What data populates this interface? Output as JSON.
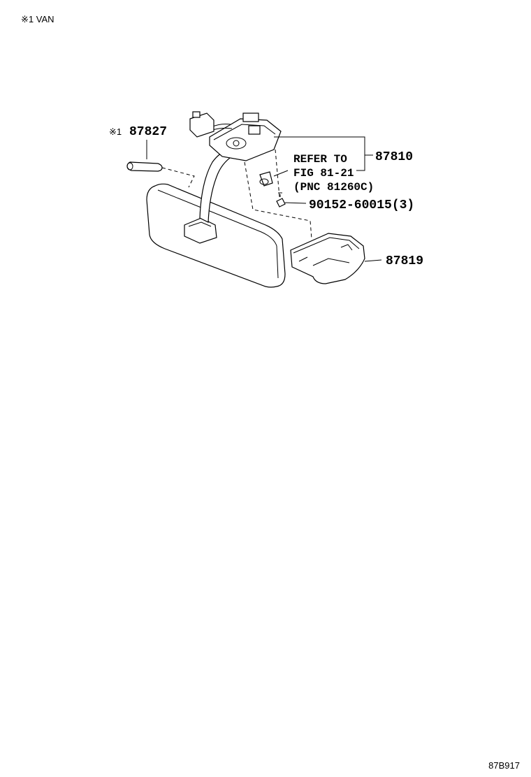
{
  "header": {
    "footnote": "※1 VAN"
  },
  "callouts": {
    "p87827_prefix": "※1",
    "p87827": "87827",
    "p87810": "87810",
    "refer_line1": "REFER TO",
    "refer_line2": "FIG 81-21",
    "refer_line3": "(PNC 81260C)",
    "p90152": "90152-60015(3)",
    "p87819": "87819"
  },
  "footer": {
    "illustration_code": "87B917"
  },
  "parts": [
    {
      "pnc": "87827",
      "note": "※1"
    },
    {
      "pnc": "87810"
    },
    {
      "pnc": "90152-60015",
      "qty": 3
    },
    {
      "pnc": "87819"
    }
  ]
}
